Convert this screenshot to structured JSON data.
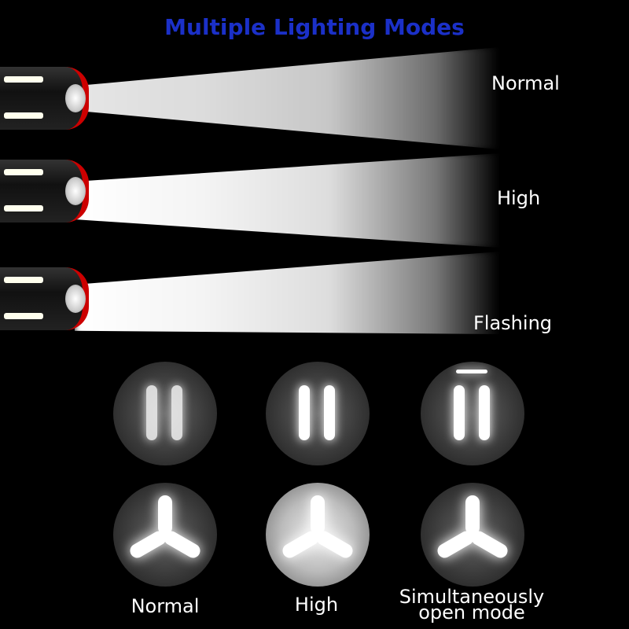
{
  "title": "Multiple Lighting Modes",
  "beam_modes": [
    "Normal",
    "High",
    "Flashing"
  ],
  "bottom_labels": [
    "Normal",
    "High",
    "Simultaneously",
    "open mode"
  ]
}
